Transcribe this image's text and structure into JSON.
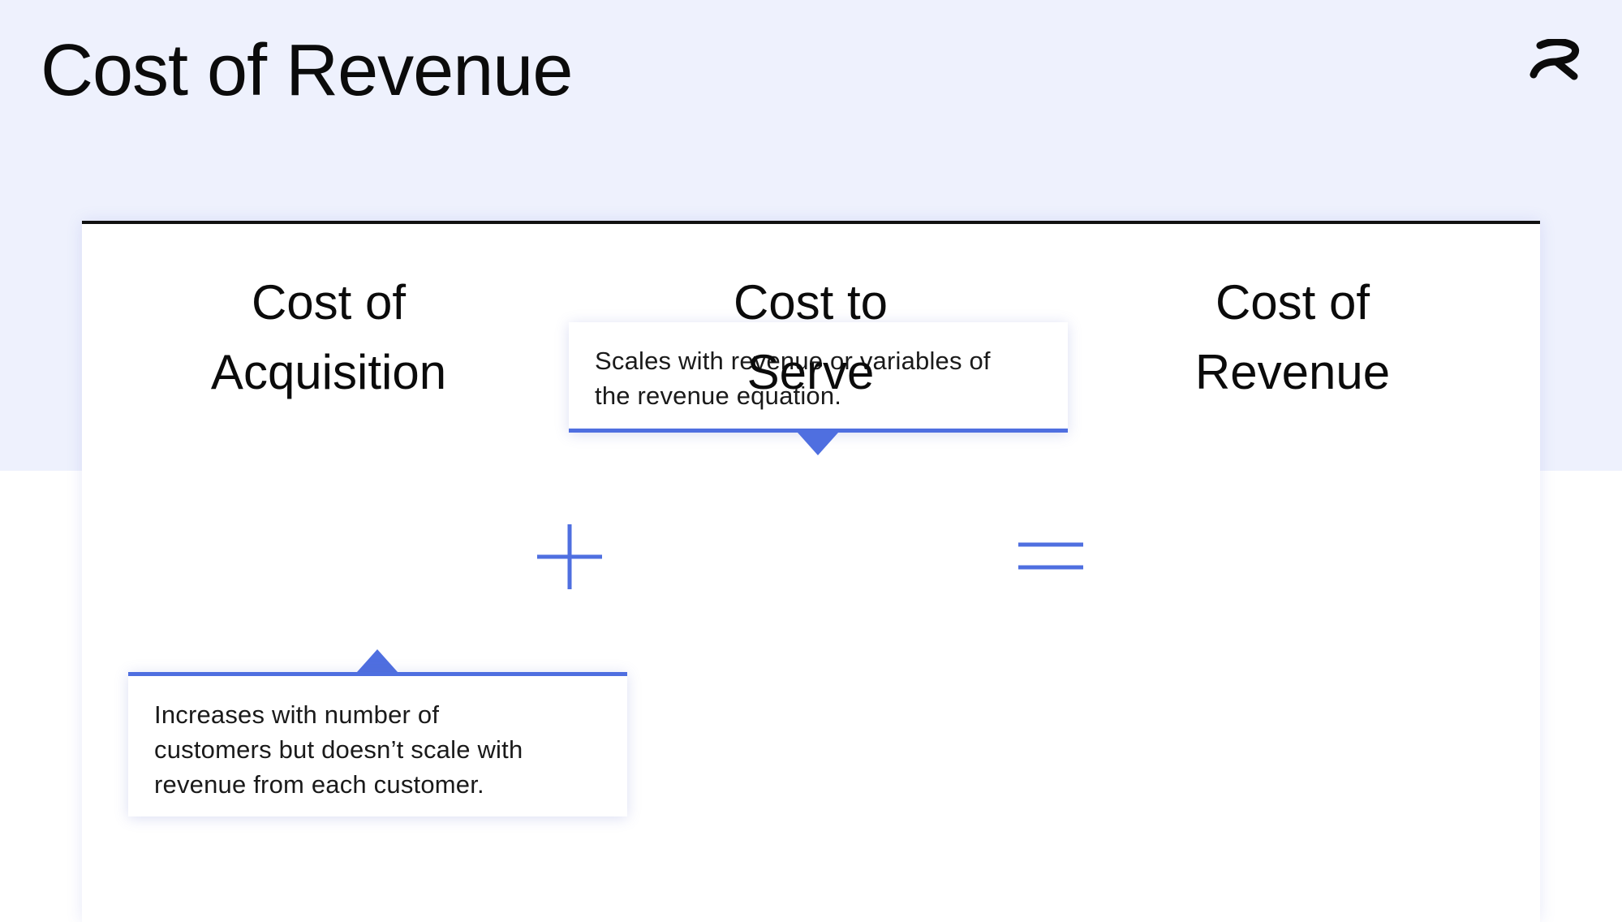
{
  "title": "Cost of Revenue",
  "accent_color": "#4f6fe0",
  "logo_icon": "brand-logo-icon",
  "equation": {
    "term_1": {
      "line_1": "Cost of",
      "line_2": "Acquisition"
    },
    "operator_1": "plus",
    "term_2": {
      "line_1": "Cost to",
      "line_2": "Serve"
    },
    "operator_2": "equals",
    "result": {
      "line_1": "Cost of",
      "line_2": "Revenue"
    }
  },
  "callouts": {
    "cost_to_serve": {
      "line_1": "Scales with revenue or variables of",
      "line_2": "the revenue equation."
    },
    "cost_of_acquisition": {
      "line_1": "Increases with number of",
      "line_2": "customers but doesn’t scale with",
      "line_3": "revenue from each customer."
    }
  }
}
